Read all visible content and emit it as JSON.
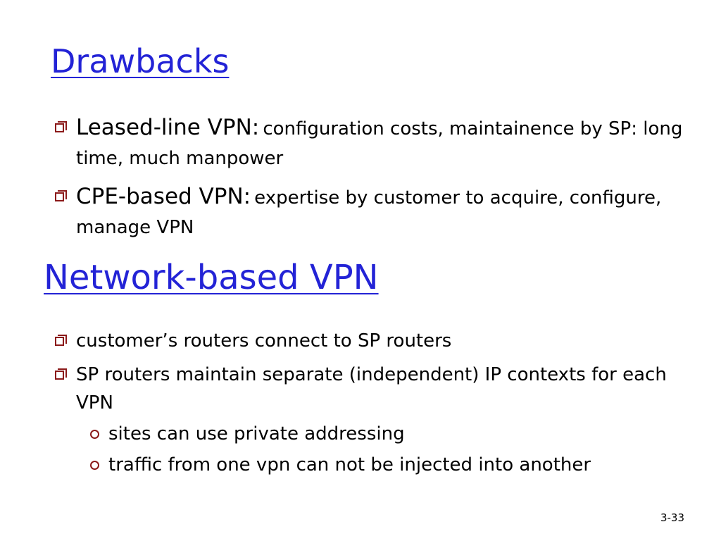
{
  "slide": {
    "heading_1": "Drawbacks",
    "drawbacks": [
      {
        "lead": "Leased-line VPN:",
        "text": "configuration costs, maintainence by SP: long time, much manpower"
      },
      {
        "lead": "CPE-based VPN:",
        "text": "expertise by customer to acquire, configure, manage VPN"
      }
    ],
    "heading_2": "Network-based VPN",
    "network_points": [
      "customer’s routers connect to SP routers",
      "SP routers maintain separate (independent) IP contexts for each VPN"
    ],
    "network_subpoints": [
      "sites can use private addressing",
      "traffic from one vpn can not be injected into another"
    ],
    "page_number": "3-33"
  },
  "colors": {
    "heading": "#2323d6",
    "bullet": "#8b1a1a",
    "text": "#000000"
  }
}
